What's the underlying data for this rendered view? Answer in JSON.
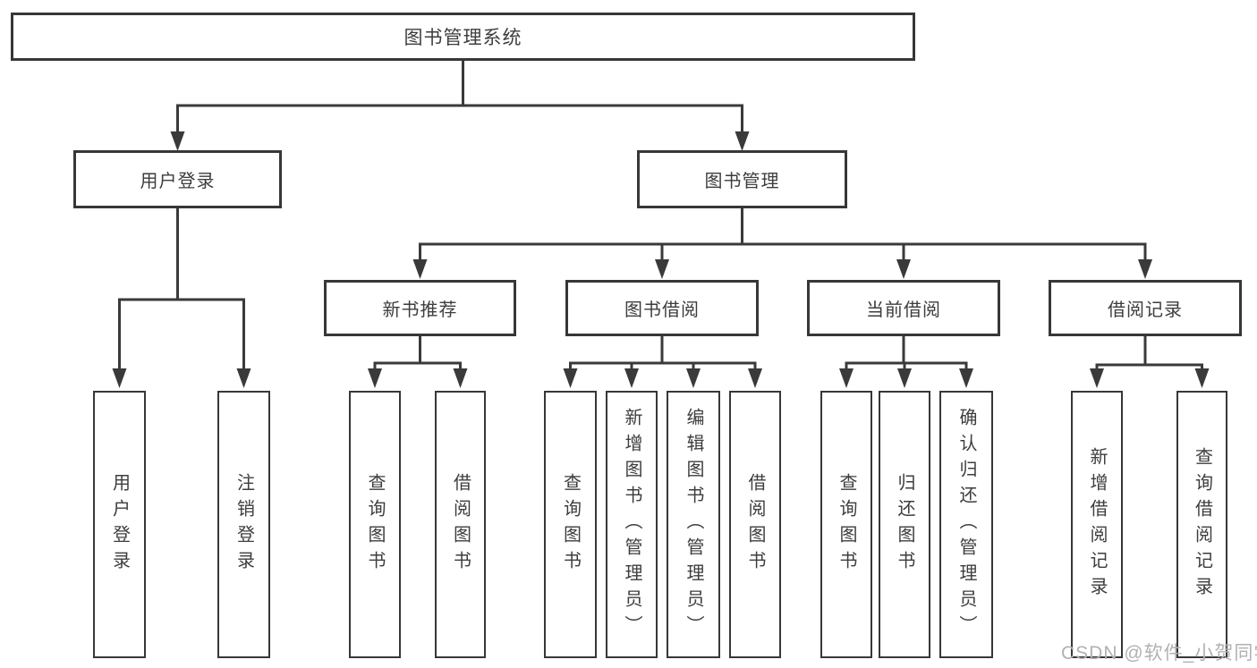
{
  "diagram": {
    "root": {
      "label": "图书管理系统"
    },
    "level1": [
      {
        "id": "user-login",
        "label": "用户登录"
      },
      {
        "id": "book-management",
        "label": "图书管理"
      }
    ],
    "level2": [
      {
        "id": "new-book-recommend",
        "label": "新书推荐",
        "parent": "book-management"
      },
      {
        "id": "book-borrow",
        "label": "图书借阅",
        "parent": "book-management"
      },
      {
        "id": "current-borrow",
        "label": "当前借阅",
        "parent": "book-management"
      },
      {
        "id": "borrow-records",
        "label": "借阅记录",
        "parent": "book-management"
      }
    ],
    "leaves": [
      {
        "id": "leaf-user-login",
        "label": "用户登录",
        "parent": "user-login"
      },
      {
        "id": "leaf-logout",
        "label": "注销登录",
        "parent": "user-login"
      },
      {
        "id": "leaf-query-book-a",
        "label": "查询图书",
        "parent": "new-book-recommend"
      },
      {
        "id": "leaf-borrow-book-a",
        "label": "借阅图书",
        "parent": "new-book-recommend"
      },
      {
        "id": "leaf-query-book-b",
        "label": "查询图书",
        "parent": "book-borrow"
      },
      {
        "id": "leaf-add-book",
        "label": "新增图书（管理员）",
        "parent": "book-borrow"
      },
      {
        "id": "leaf-edit-book",
        "label": "编辑图书（管理员）",
        "parent": "book-borrow"
      },
      {
        "id": "leaf-borrow-book-b",
        "label": "借阅图书",
        "parent": "book-borrow"
      },
      {
        "id": "leaf-query-book-c",
        "label": "查询图书",
        "parent": "current-borrow"
      },
      {
        "id": "leaf-return-book",
        "label": "归还图书",
        "parent": "current-borrow"
      },
      {
        "id": "leaf-confirm-return",
        "label": "确认归还（管理员）",
        "parent": "current-borrow"
      },
      {
        "id": "leaf-add-borrow-record",
        "label": "新增借阅记录",
        "parent": "borrow-records"
      },
      {
        "id": "leaf-query-borrow-record",
        "label": "查询借阅记录",
        "parent": "borrow-records"
      }
    ]
  },
  "watermark": {
    "text": "CSDN @软件_小贺同学",
    "color": "#b1b1b1"
  },
  "colors": {
    "background": "#ffffff",
    "line": "#3a3a3a",
    "box_border": "#373737",
    "text": "#3d3d3d"
  }
}
